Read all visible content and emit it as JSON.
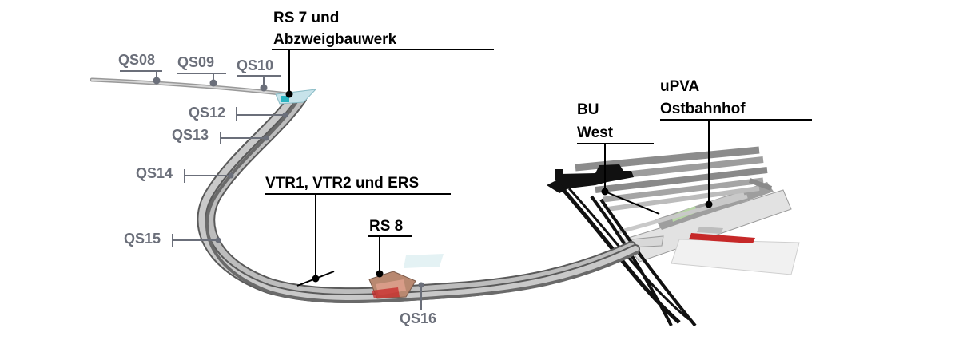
{
  "diagram": {
    "colors": {
      "tunnel": "#a9a9a9",
      "tunnel_dark": "#555555",
      "tunnel_light": "#d3d3d3",
      "rail_black": "#111111",
      "leader_dark": "#000000",
      "leader_gray": "#6b6f7a",
      "station_red": "#c62828",
      "station_cyan": "#2bb3c0"
    },
    "labels": {
      "rs7_line1": "RS 7 und",
      "rs7_line2": "Abzweigbauwerk",
      "vtr": "VTR1, VTR2 und ERS",
      "rs8": "RS 8",
      "bu_line1": "BU",
      "bu_line2": "West",
      "upva_line1": "uPVA",
      "upva_line2": "Ostbahnhof",
      "qs08": "QS08",
      "qs09": "QS09",
      "qs10": "QS10",
      "qs12": "QS12",
      "qs13": "QS13",
      "qs14": "QS14",
      "qs15": "QS15",
      "qs16": "QS16"
    }
  }
}
